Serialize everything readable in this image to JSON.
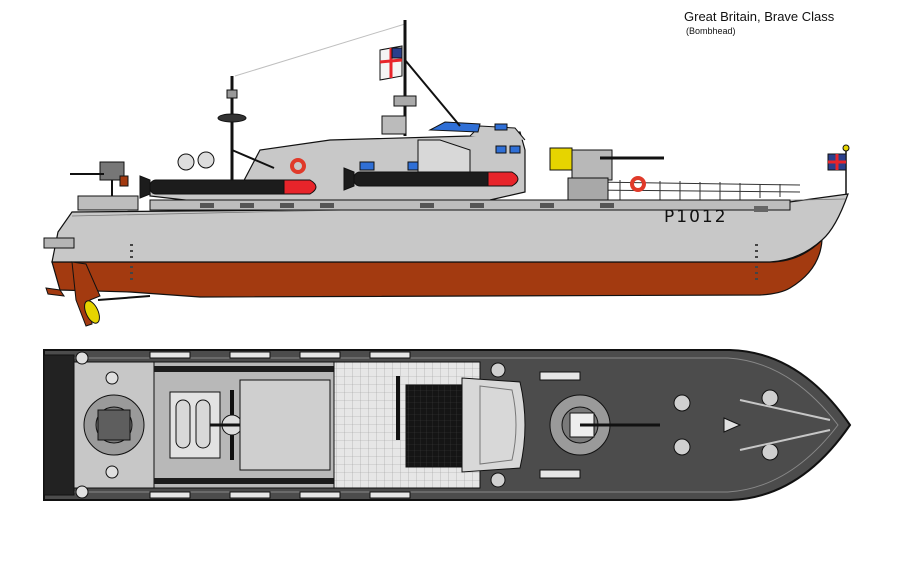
{
  "heading": {
    "title": "Great Britain, Brave Class",
    "subtitle": "(Bombhead)"
  },
  "side_view": {
    "hull_number": "P1012"
  },
  "colors": {
    "hull_grey": "#c8c8c8",
    "antifouling_red": "#a33a10",
    "deck_dark": "#4c4c4c",
    "torpedo_black": "#1c1c1c",
    "torpedo_head": "#e8242a",
    "lifebuoy": "#e03a2a",
    "cockpit_blue": "#2f6fd6",
    "propeller_yellow": "#e6d400"
  }
}
